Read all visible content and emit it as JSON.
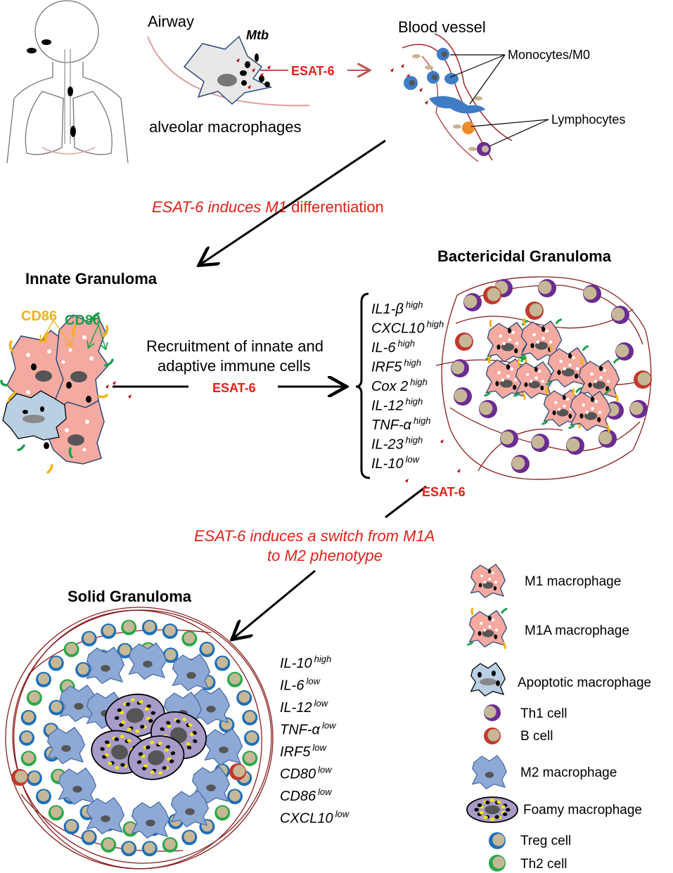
{
  "top": {
    "airway_label": "Airway",
    "mtb_label": "Mtb",
    "esat6_label": "ESAT-6",
    "alveolar_label": "alveolar macrophages",
    "blood_vessel_label": "Blood vessel",
    "monocytes_label": "Monocytes/M0",
    "lymphocytes_label": "Lymphocytes"
  },
  "step1": {
    "caption_italic": "ESAT-6 induces M1",
    "caption_plain": " differentiation"
  },
  "innate": {
    "title": "Innate Granuloma",
    "cd86_label": "CD86",
    "cd80_label": "CD80"
  },
  "recruitment": {
    "line1": "Recruitment of innate and",
    "line2": "adaptive immune cells",
    "esat6_label": "ESAT-6"
  },
  "bactericidal": {
    "title": "Bactericidal Granuloma",
    "markers": [
      {
        "name": "IL1-β",
        "level": "high"
      },
      {
        "name": "CXCL10",
        "level": "high"
      },
      {
        "name": "IL-6",
        "level": "high"
      },
      {
        "name": "IRF5",
        "level": "high"
      },
      {
        "name": "Cox 2",
        "level": "high"
      },
      {
        "name": "IL-12",
        "level": "high"
      },
      {
        "name": "TNF-α",
        "level": "high"
      },
      {
        "name": "IL-23",
        "level": "high"
      },
      {
        "name": "IL-10",
        "level": "low"
      }
    ],
    "esat6_label": "ESAT-6"
  },
  "step2": {
    "line1": "ESAT-6 induces a switch from M1A",
    "line2": "to M2 phenotype"
  },
  "solid": {
    "title": "Solid Granuloma",
    "markers": [
      {
        "name": "IL-10",
        "level": "high"
      },
      {
        "name": "IL-6",
        "level": "low"
      },
      {
        "name": "IL-12",
        "level": "low"
      },
      {
        "name": "TNF-α",
        "level": "low"
      },
      {
        "name": "IRF5",
        "level": "low"
      },
      {
        "name": "CD80",
        "level": "low"
      },
      {
        "name": "CD86",
        "level": "low"
      },
      {
        "name": "CXCL10",
        "level": "low"
      }
    ]
  },
  "legend": {
    "items": [
      {
        "icon": "m1-macrophage-icon",
        "label": "M1 macrophage"
      },
      {
        "icon": "m1a-macrophage-icon",
        "label": "M1A macrophage"
      },
      {
        "icon": "apoptotic-macrophage-icon",
        "label": "Apoptotic  macrophage"
      },
      {
        "icon": "th1-cell-icon",
        "label": "Th1 cell"
      },
      {
        "icon": "b-cell-icon",
        "label": "B cell"
      },
      {
        "icon": "m2-macrophage-icon",
        "label": "M2 macrophage"
      },
      {
        "icon": "foamy-macrophage-icon",
        "label": "Foamy macrophage"
      },
      {
        "icon": "treg-cell-icon",
        "label": "Treg cell"
      },
      {
        "icon": "th2-cell-icon",
        "label": "Th2 cell"
      }
    ]
  },
  "colors": {
    "red_text": "#e32119",
    "m1_fill": "#f4a9a1",
    "m2_fill": "#8ea9d6",
    "foamy_fill": "#a99bc8",
    "th1_ring": "#6a2c91",
    "b_ring": "#c1392b",
    "treg_ring": "#1e6fb8",
    "th2_ring": "#2aa84a",
    "cell_core": "#c6b896",
    "cd86": "#f0b417",
    "cd80": "#1aa14a",
    "vessel": "#8a1f1f"
  }
}
